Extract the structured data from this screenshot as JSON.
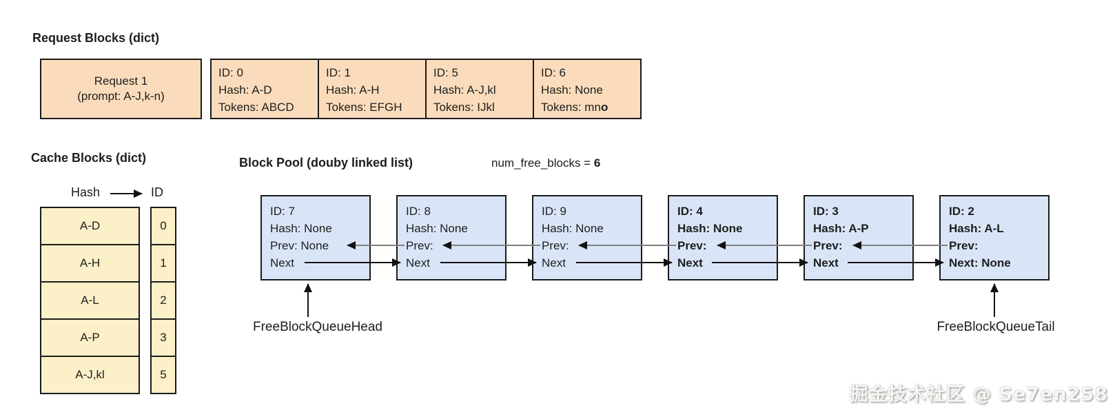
{
  "request_section": {
    "title": "Request Blocks (dict)",
    "request_box": {
      "line1": "Request 1",
      "line2": "(prompt: A-J,k-n)"
    },
    "blocks": [
      {
        "id": "ID: 0",
        "hash": "Hash: A-D",
        "tokens": "Tokens: ABCD",
        "tokens_bold": ""
      },
      {
        "id": "ID: 1",
        "hash": "Hash: A-H",
        "tokens": "Tokens: EFGH",
        "tokens_bold": ""
      },
      {
        "id": "ID: 5",
        "hash": "Hash: A-J,kl",
        "tokens": "Tokens: IJkl",
        "tokens_bold": ""
      },
      {
        "id": "ID: 6",
        "hash": "Hash: None",
        "tokens": "Tokens: mn",
        "tokens_bold": "o"
      }
    ]
  },
  "cache_section": {
    "title": "Cache Blocks (dict)",
    "header": {
      "hash_label": "Hash",
      "id_label": "ID"
    },
    "rows": [
      {
        "hash": "A-D",
        "id": "0"
      },
      {
        "hash": "A-H",
        "id": "1"
      },
      {
        "hash": "A-L",
        "id": "2"
      },
      {
        "hash": "A-P",
        "id": "3"
      },
      {
        "hash": "A-J,kl",
        "id": "5"
      }
    ]
  },
  "pool_section": {
    "title": "Block Pool (douby linked list)",
    "free_counter_label": "num_free_blocks = ",
    "free_counter_value": "6",
    "blocks": [
      {
        "id": "ID: 7",
        "hash": "Hash: None",
        "prev": "Prev: None",
        "next": "Next"
      },
      {
        "id": "ID: 8",
        "hash": "Hash: None",
        "prev": "Prev:",
        "next": "Next"
      },
      {
        "id": "ID: 9",
        "hash": "Hash: None",
        "prev": "Prev:",
        "next": "Next"
      },
      {
        "id": "ID: 4",
        "hash": "Hash: None",
        "prev": "Prev:",
        "next": "Next"
      },
      {
        "id": "ID: 3",
        "hash": "Hash: A-P",
        "prev": "Prev:",
        "next": "Next"
      },
      {
        "id": "ID: 2",
        "hash": "Hash: A-L",
        "prev": "Prev:",
        "next": "Next: None"
      }
    ],
    "head_pointer_label": "FreeBlockQueueHead",
    "tail_pointer_label": "FreeBlockQueueTail"
  },
  "watermark": "掘金技术社区 @ Se7en258",
  "colors": {
    "request_fill": "#fadcbc",
    "cache_fill": "#fbf0c7",
    "pool_fill": "#d9e5f7",
    "border": "#1a1a1a",
    "prev_link_line": "#808080",
    "next_link_line": "#111111"
  }
}
